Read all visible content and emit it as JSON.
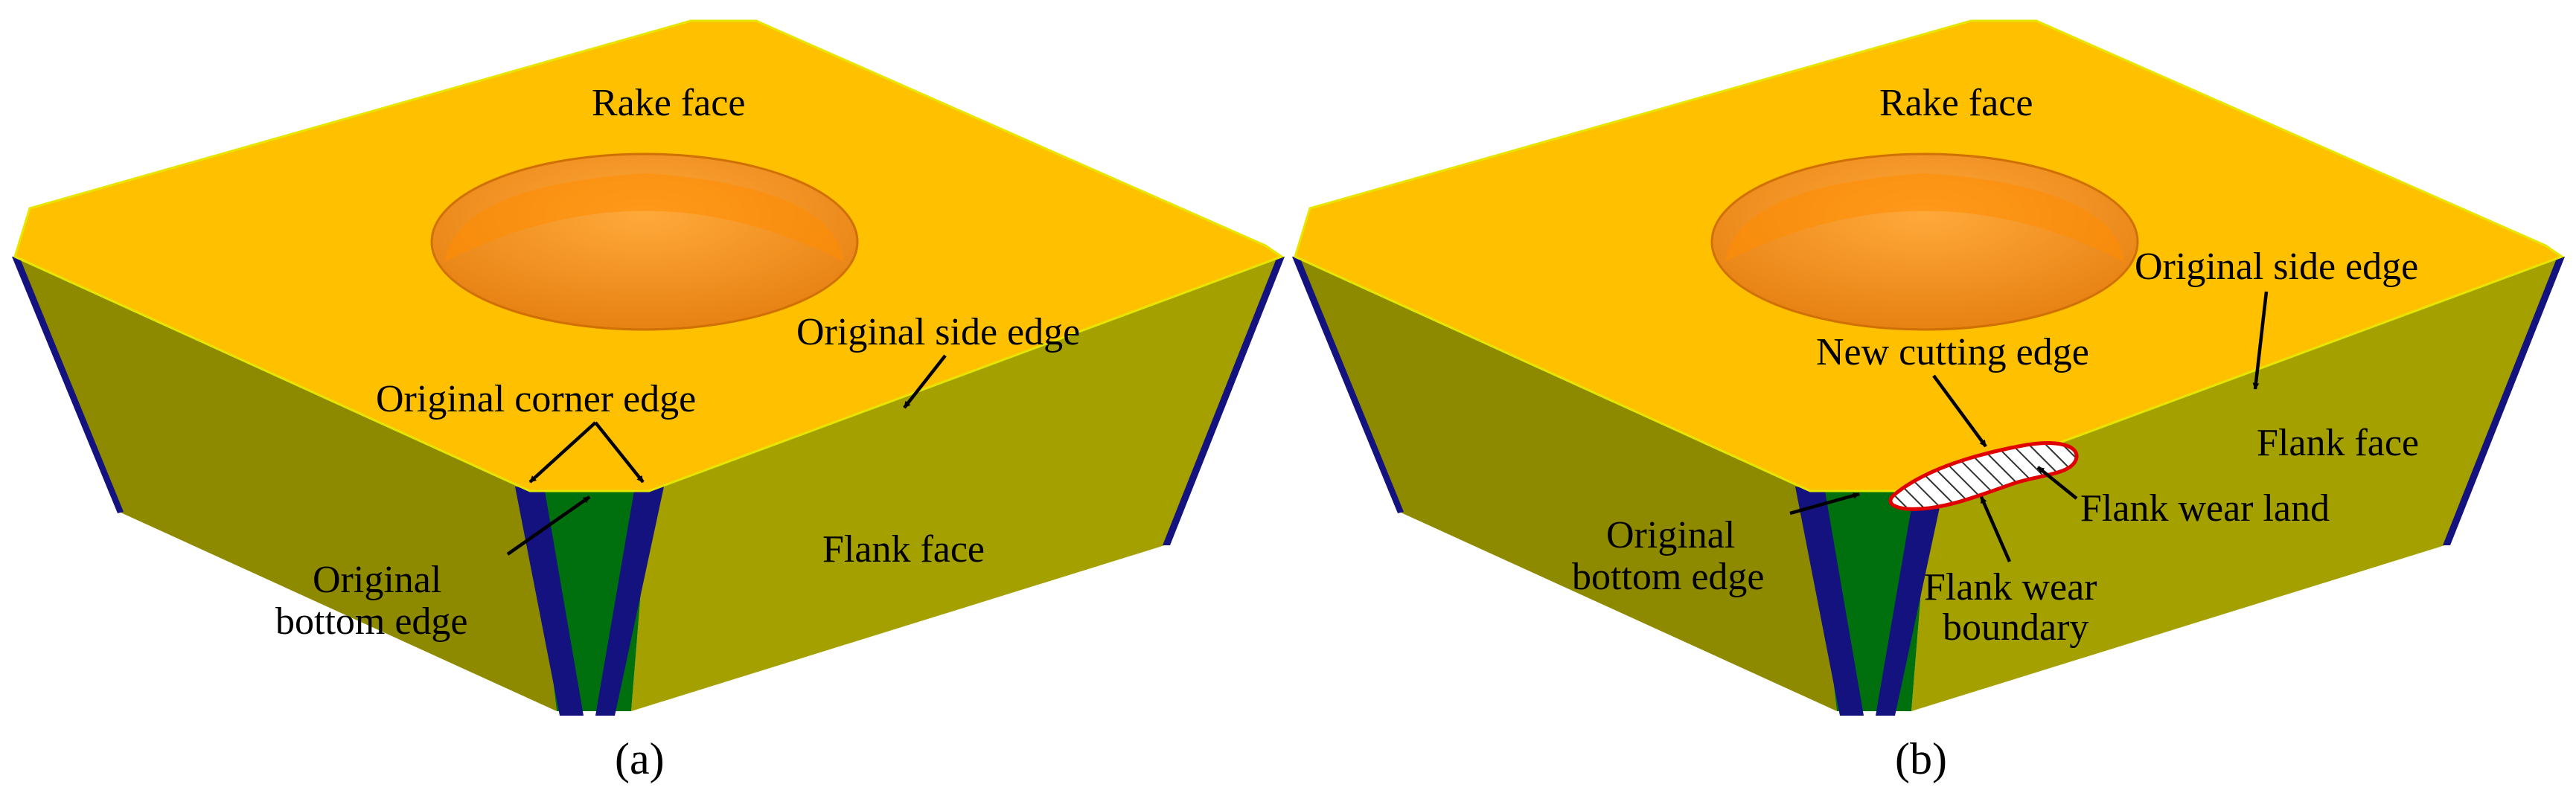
{
  "panels": [
    {
      "caption": "(a)",
      "labels": {
        "rake_face": "Rake face",
        "side_edge": "Original side edge",
        "corner_edge": "Original corner edge",
        "bottom_edge_line1": "Original",
        "bottom_edge_line2": "bottom edge",
        "flank_face": "Flank face"
      }
    },
    {
      "caption": "(b)",
      "labels": {
        "rake_face": "Rake face",
        "side_edge": "Original side edge",
        "new_cutting_edge": "New cutting edge",
        "flank_face": "Flank face",
        "wear_land": "Flank wear land",
        "bottom_edge_line1": "Original",
        "bottom_edge_line2": "bottom edge",
        "wear_boundary_line1": "Flank wear",
        "wear_boundary_line2": "boundary"
      }
    }
  ],
  "colors": {
    "rake_face": "#FFC000",
    "hole": "#F79A1E",
    "flank_face": "#A3A000",
    "flank_left": "#8E8A00",
    "corner_face": "#00700F",
    "edge_band": "#14127F",
    "wear_land_outline": "#E00000"
  }
}
